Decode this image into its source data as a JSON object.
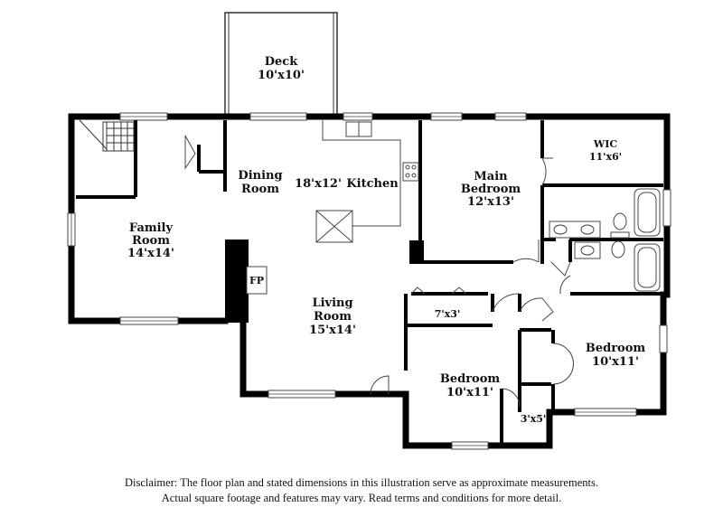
{
  "rooms": {
    "deck": {
      "name": "Deck",
      "size": "10'x10'"
    },
    "dining": {
      "name_line1": "Dining",
      "name_line2": "Room"
    },
    "kitchen_size": "18'x12'",
    "kitchen": {
      "name": "Kitchen"
    },
    "main_bedroom": {
      "name_line1": "Main",
      "name_line2": "Bedroom",
      "size": "12'x13'"
    },
    "wic": {
      "name": "WIC",
      "size": "11'x6'"
    },
    "family_room": {
      "name_line1": "Family",
      "name_line2": "Room",
      "size": "14'x14'"
    },
    "fireplace": {
      "label": "FP"
    },
    "living_room": {
      "name_line1": "Living",
      "name_line2": "Room",
      "size": "15'x14'"
    },
    "closet_7x3": {
      "size": "7'x3'"
    },
    "bedroom_right": {
      "name": "Bedroom",
      "size": "10'x11'"
    },
    "bedroom_center": {
      "name": "Bedroom",
      "size": "10'x11'"
    },
    "closet_3x5": {
      "size": "3'x5'"
    }
  },
  "disclaimer": {
    "line1": "Disclaimer: The floor plan and stated dimensions in this illustration serve as approximate measurements.",
    "line2": "Actual square footage and features may vary. Read terms and conditions for more detail."
  }
}
